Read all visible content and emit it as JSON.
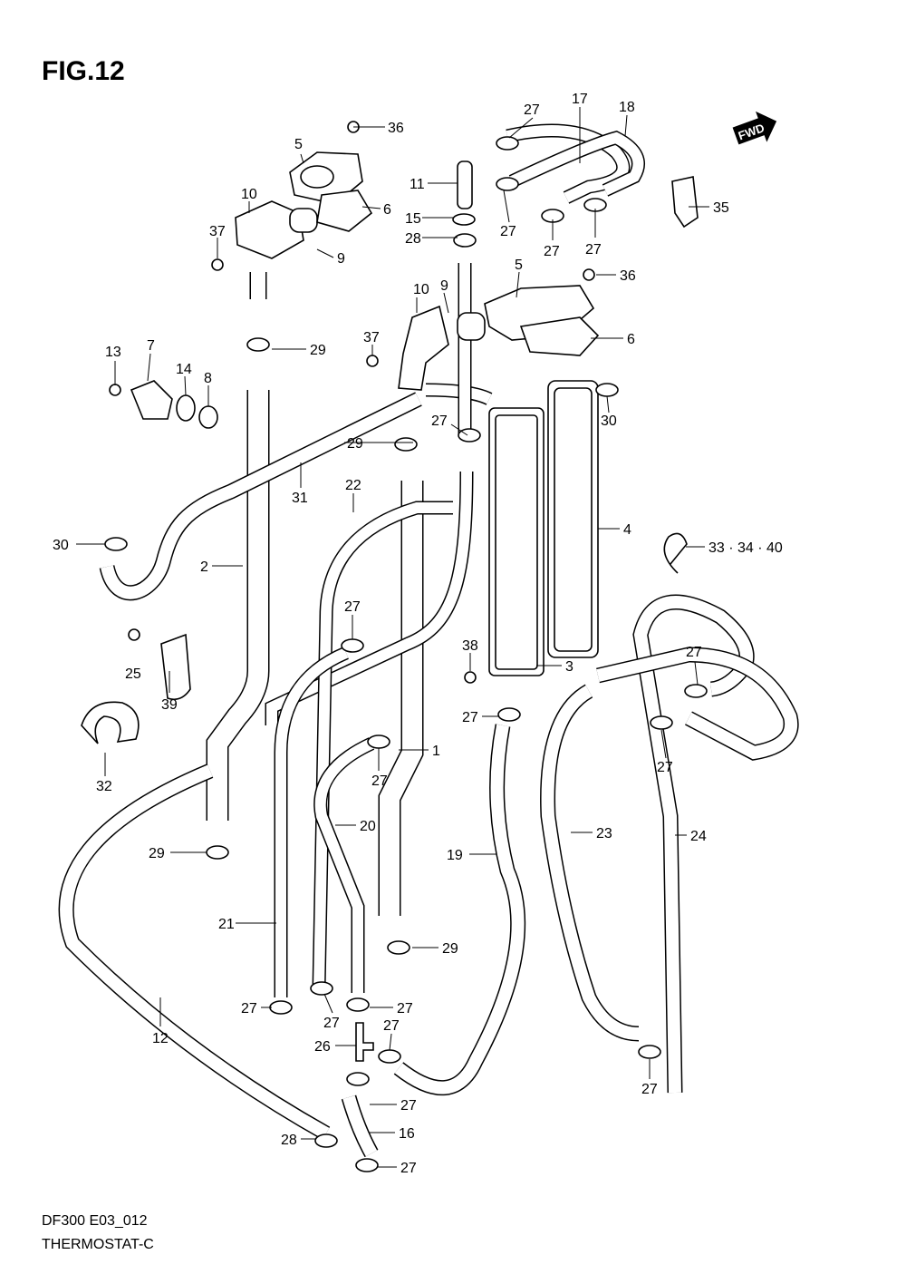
{
  "figure": {
    "title": "FIG.12",
    "code": "DF300 E03_012",
    "name": "THERMOSTAT-C",
    "direction_badge": "FWD"
  },
  "callouts": [
    "36",
    "5",
    "6",
    "10",
    "9",
    "37",
    "27",
    "17",
    "18",
    "11",
    "27",
    "15",
    "28",
    "27",
    "27",
    "35",
    "5",
    "36",
    "10",
    "9",
    "6",
    "37",
    "29",
    "13",
    "7",
    "14",
    "8",
    "30",
    "27",
    "29",
    "31",
    "22",
    "4",
    "30",
    "2",
    "33 · 34 · 40",
    "27",
    "38",
    "3",
    "25",
    "27",
    "39",
    "27",
    "1",
    "27",
    "27",
    "32",
    "20",
    "23",
    "24",
    "19",
    "29",
    "21",
    "29",
    "27",
    "27",
    "27",
    "12",
    "26",
    "27",
    "27",
    "27",
    "16",
    "28",
    "27"
  ],
  "colors": {
    "line": "#000000",
    "fill": "#ffffff"
  }
}
